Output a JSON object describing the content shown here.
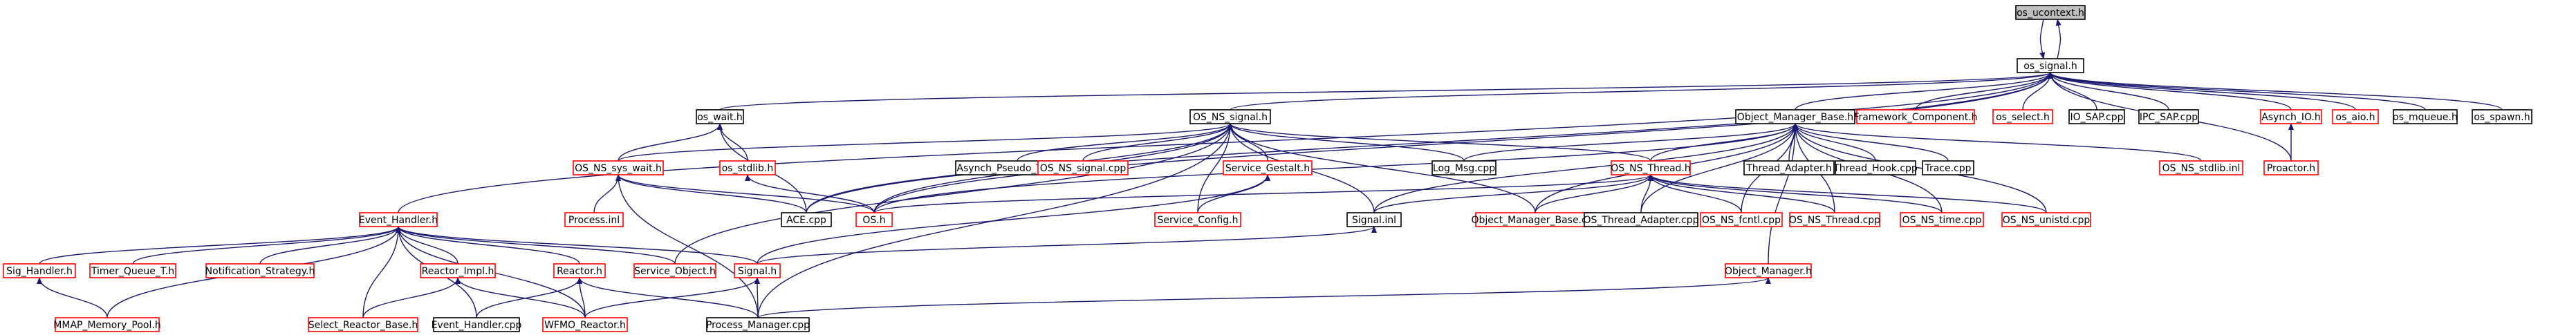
{
  "colors": {
    "edge": "#191970",
    "border_default": "#000000",
    "border_undocumented": "#ff0000",
    "root_fill": "#bfbfbf"
  },
  "nodes": [
    {
      "id": "os_ucontext_h",
      "label": "os_ucontext.h",
      "status": "root"
    },
    {
      "id": "os_signal_h",
      "label": "os_signal.h",
      "status": "documented"
    },
    {
      "id": "os_wait_h",
      "label": "os_wait.h",
      "status": "documented"
    },
    {
      "id": "OS_NS_signal_h",
      "label": "OS_NS_signal.h",
      "status": "documented"
    },
    {
      "id": "Object_Manager_Base_h",
      "label": "Object_Manager_Base.h",
      "status": "documented"
    },
    {
      "id": "Framework_Component_h",
      "label": "Framework_Component.h",
      "status": "undocumented"
    },
    {
      "id": "os_select_h",
      "label": "os_select.h",
      "status": "undocumented"
    },
    {
      "id": "IO_SAP_cpp",
      "label": "IO_SAP.cpp",
      "status": "documented"
    },
    {
      "id": "IPC_SAP_cpp",
      "label": "IPC_SAP.cpp",
      "status": "documented"
    },
    {
      "id": "Asynch_IO_h",
      "label": "Asynch_IO.h",
      "status": "undocumented"
    },
    {
      "id": "os_aio_h",
      "label": "os_aio.h",
      "status": "undocumented"
    },
    {
      "id": "os_mqueue_h",
      "label": "os_mqueue.h",
      "status": "documented"
    },
    {
      "id": "os_spawn_h",
      "label": "os_spawn.h",
      "status": "documented"
    },
    {
      "id": "OS_NS_sys_wait_h",
      "label": "OS_NS_sys_wait.h",
      "status": "undocumented"
    },
    {
      "id": "os_stdlib_h",
      "label": "os_stdlib.h",
      "status": "undocumented"
    },
    {
      "id": "Asynch_Pseudo_Task_cpp",
      "label": "Asynch_Pseudo_Task.cpp",
      "status": "documented"
    },
    {
      "id": "OS_NS_signal_cpp",
      "label": "OS_NS_signal.cpp",
      "status": "undocumented"
    },
    {
      "id": "Service_Gestalt_h",
      "label": "Service_Gestalt.h",
      "status": "undocumented"
    },
    {
      "id": "Log_Msg_cpp",
      "label": "Log_Msg.cpp",
      "status": "documented"
    },
    {
      "id": "OS_NS_Thread_h",
      "label": "OS_NS_Thread.h",
      "status": "undocumented"
    },
    {
      "id": "Thread_Adapter_h",
      "label": "Thread_Adapter.h",
      "status": "documented"
    },
    {
      "id": "Thread_Hook_cpp",
      "label": "Thread_Hook.cpp",
      "status": "documented"
    },
    {
      "id": "Trace_cpp",
      "label": "Trace.cpp",
      "status": "documented"
    },
    {
      "id": "OS_NS_stdlib_inl",
      "label": "OS_NS_stdlib.inl",
      "status": "undocumented"
    },
    {
      "id": "Proactor_h",
      "label": "Proactor.h",
      "status": "undocumented"
    },
    {
      "id": "Event_Handler_h",
      "label": "Event_Handler.h",
      "status": "undocumented"
    },
    {
      "id": "Process_inl",
      "label": "Process.inl",
      "status": "undocumented"
    },
    {
      "id": "ACE_cpp",
      "label": "ACE.cpp",
      "status": "documented"
    },
    {
      "id": "OS_h",
      "label": "OS.h",
      "status": "undocumented"
    },
    {
      "id": "Service_Config_h",
      "label": "Service_Config.h",
      "status": "undocumented"
    },
    {
      "id": "Signal_inl",
      "label": "Signal.inl",
      "status": "documented"
    },
    {
      "id": "Object_Manager_Base_cpp",
      "label": "Object_Manager_Base.cpp",
      "status": "undocumented"
    },
    {
      "id": "OS_Thread_Adapter_cpp",
      "label": "OS_Thread_Adapter.cpp",
      "status": "documented"
    },
    {
      "id": "OS_NS_fcntl_cpp",
      "label": "OS_NS_fcntl.cpp",
      "status": "undocumented"
    },
    {
      "id": "OS_NS_Thread_cpp",
      "label": "OS_NS_Thread.cpp",
      "status": "undocumented"
    },
    {
      "id": "OS_NS_time_cpp",
      "label": "OS_NS_time.cpp",
      "status": "undocumented"
    },
    {
      "id": "OS_NS_unistd_cpp",
      "label": "OS_NS_unistd.cpp",
      "status": "undocumented"
    },
    {
      "id": "Sig_Handler_h",
      "label": "Sig_Handler.h",
      "status": "undocumented"
    },
    {
      "id": "Timer_Queue_T_h",
      "label": "Timer_Queue_T.h",
      "status": "undocumented"
    },
    {
      "id": "Notification_Strategy_h",
      "label": "Notification_Strategy.h",
      "status": "undocumented"
    },
    {
      "id": "Reactor_Impl_h",
      "label": "Reactor_Impl.h",
      "status": "undocumented"
    },
    {
      "id": "Reactor_h",
      "label": "Reactor.h",
      "status": "undocumented"
    },
    {
      "id": "Service_Object_h",
      "label": "Service_Object.h",
      "status": "undocumented"
    },
    {
      "id": "Signal_h",
      "label": "Signal.h",
      "status": "undocumented"
    },
    {
      "id": "Object_Manager_h",
      "label": "Object_Manager.h",
      "status": "undocumented"
    },
    {
      "id": "MMAP_Memory_Pool_h",
      "label": "MMAP_Memory_Pool.h",
      "status": "undocumented"
    },
    {
      "id": "Select_Reactor_Base_h",
      "label": "Select_Reactor_Base.h",
      "status": "undocumented"
    },
    {
      "id": "Event_Handler_cpp",
      "label": "Event_Handler.cpp",
      "status": "documented"
    },
    {
      "id": "WFMO_Reactor_h",
      "label": "WFMO_Reactor.h",
      "status": "undocumented"
    },
    {
      "id": "Process_Manager_cpp",
      "label": "Process_Manager.cpp",
      "status": "documented"
    }
  ],
  "edges": [
    [
      "os_signal_h",
      "os_ucontext_h"
    ],
    [
      "os_ucontext_h",
      "os_signal_h"
    ],
    [
      "os_wait_h",
      "os_signal_h"
    ],
    [
      "OS_NS_signal_h",
      "os_signal_h"
    ],
    [
      "Object_Manager_Base_h",
      "os_signal_h"
    ],
    [
      "Framework_Component_h",
      "os_signal_h"
    ],
    [
      "os_select_h",
      "os_signal_h"
    ],
    [
      "IO_SAP_cpp",
      "os_signal_h"
    ],
    [
      "IPC_SAP_cpp",
      "os_signal_h"
    ],
    [
      "Asynch_IO_h",
      "os_signal_h"
    ],
    [
      "os_aio_h",
      "os_signal_h"
    ],
    [
      "os_mqueue_h",
      "os_signal_h"
    ],
    [
      "os_spawn_h",
      "os_signal_h"
    ],
    [
      "Event_Handler_h",
      "os_signal_h"
    ],
    [
      "OS_h",
      "os_signal_h"
    ],
    [
      "ACE_cpp",
      "os_signal_h"
    ],
    [
      "Proactor_h",
      "os_signal_h"
    ],
    [
      "Proactor_h",
      "Asynch_IO_h"
    ],
    [
      "OS_NS_sys_wait_h",
      "os_wait_h"
    ],
    [
      "os_stdlib_h",
      "os_wait_h"
    ],
    [
      "ACE_cpp",
      "os_wait_h"
    ],
    [
      "Process_inl",
      "OS_NS_sys_wait_h"
    ],
    [
      "ACE_cpp",
      "OS_NS_sys_wait_h"
    ],
    [
      "OS_h",
      "OS_NS_sys_wait_h"
    ],
    [
      "Process_Manager_cpp",
      "OS_NS_sys_wait_h"
    ],
    [
      "OS_h",
      "os_stdlib_h"
    ],
    [
      "OS_NS_sys_wait_h",
      "OS_NS_signal_h"
    ],
    [
      "Asynch_Pseudo_Task_cpp",
      "OS_NS_signal_h"
    ],
    [
      "OS_NS_signal_cpp",
      "OS_NS_signal_h"
    ],
    [
      "Service_Gestalt_h",
      "OS_NS_signal_h"
    ],
    [
      "Log_Msg_cpp",
      "OS_NS_signal_h"
    ],
    [
      "OS_NS_Thread_h",
      "OS_NS_signal_h"
    ],
    [
      "OS_h",
      "OS_NS_signal_h"
    ],
    [
      "Signal_inl",
      "OS_NS_signal_h"
    ],
    [
      "Service_Config_h",
      "OS_NS_signal_h"
    ],
    [
      "Object_Manager_Base_cpp",
      "OS_NS_signal_h"
    ],
    [
      "Process_Manager_cpp",
      "OS_NS_signal_h"
    ],
    [
      "ACE_cpp",
      "OS_NS_signal_h"
    ],
    [
      "Service_Object_h",
      "OS_NS_signal_h"
    ],
    [
      "Service_Config_h",
      "Service_Gestalt_h"
    ],
    [
      "Signal_h",
      "Service_Gestalt_h"
    ],
    [
      "Log_Msg_cpp",
      "Object_Manager_Base_h"
    ],
    [
      "OS_NS_Thread_h",
      "Object_Manager_Base_h"
    ],
    [
      "Thread_Adapter_h",
      "Object_Manager_Base_h"
    ],
    [
      "Thread_Hook_cpp",
      "Object_Manager_Base_h"
    ],
    [
      "Trace_cpp",
      "Object_Manager_Base_h"
    ],
    [
      "OS_NS_stdlib_inl",
      "Object_Manager_Base_h"
    ],
    [
      "Object_Manager_Base_cpp",
      "Object_Manager_Base_h"
    ],
    [
      "Signal_inl",
      "Object_Manager_Base_h"
    ],
    [
      "OS_h",
      "Object_Manager_Base_h"
    ],
    [
      "OS_Thread_Adapter_cpp",
      "Object_Manager_Base_h"
    ],
    [
      "OS_NS_fcntl_cpp",
      "Object_Manager_Base_h"
    ],
    [
      "OS_NS_Thread_cpp",
      "Object_Manager_Base_h"
    ],
    [
      "OS_NS_time_cpp",
      "Object_Manager_Base_h"
    ],
    [
      "OS_NS_unistd_cpp",
      "Object_Manager_Base_h"
    ],
    [
      "Object_Manager_h",
      "Object_Manager_Base_h"
    ],
    [
      "OS_h",
      "OS_NS_Thread_h"
    ],
    [
      "Signal_inl",
      "OS_NS_Thread_h"
    ],
    [
      "Object_Manager_Base_cpp",
      "OS_NS_Thread_h"
    ],
    [
      "OS_Thread_Adapter_cpp",
      "OS_NS_Thread_h"
    ],
    [
      "OS_NS_fcntl_cpp",
      "OS_NS_Thread_h"
    ],
    [
      "OS_NS_Thread_cpp",
      "OS_NS_Thread_h"
    ],
    [
      "OS_NS_time_cpp",
      "OS_NS_Thread_h"
    ],
    [
      "OS_NS_unistd_cpp",
      "OS_NS_Thread_h"
    ],
    [
      "Signal_h",
      "Signal_inl"
    ],
    [
      "Sig_Handler_h",
      "Event_Handler_h"
    ],
    [
      "Timer_Queue_T_h",
      "Event_Handler_h"
    ],
    [
      "Notification_Strategy_h",
      "Event_Handler_h"
    ],
    [
      "Reactor_Impl_h",
      "Event_Handler_h"
    ],
    [
      "Reactor_h",
      "Event_Handler_h"
    ],
    [
      "Service_Object_h",
      "Event_Handler_h"
    ],
    [
      "Signal_h",
      "Event_Handler_h"
    ],
    [
      "MMAP_Memory_Pool_h",
      "Event_Handler_h"
    ],
    [
      "Select_Reactor_Base_h",
      "Event_Handler_h"
    ],
    [
      "Event_Handler_cpp",
      "Event_Handler_h"
    ],
    [
      "WFMO_Reactor_h",
      "Event_Handler_h"
    ],
    [
      "MMAP_Memory_Pool_h",
      "Sig_Handler_h"
    ],
    [
      "Select_Reactor_Base_h",
      "Reactor_Impl_h"
    ],
    [
      "WFMO_Reactor_h",
      "Reactor_Impl_h"
    ],
    [
      "Event_Handler_cpp",
      "Reactor_h"
    ],
    [
      "WFMO_Reactor_h",
      "Reactor_h"
    ],
    [
      "Process_Manager_cpp",
      "Reactor_h"
    ],
    [
      "Process_Manager_cpp",
      "Signal_h"
    ],
    [
      "WFMO_Reactor_h",
      "Signal_h"
    ],
    [
      "Process_Manager_cpp",
      "Object_Manager_h"
    ]
  ]
}
